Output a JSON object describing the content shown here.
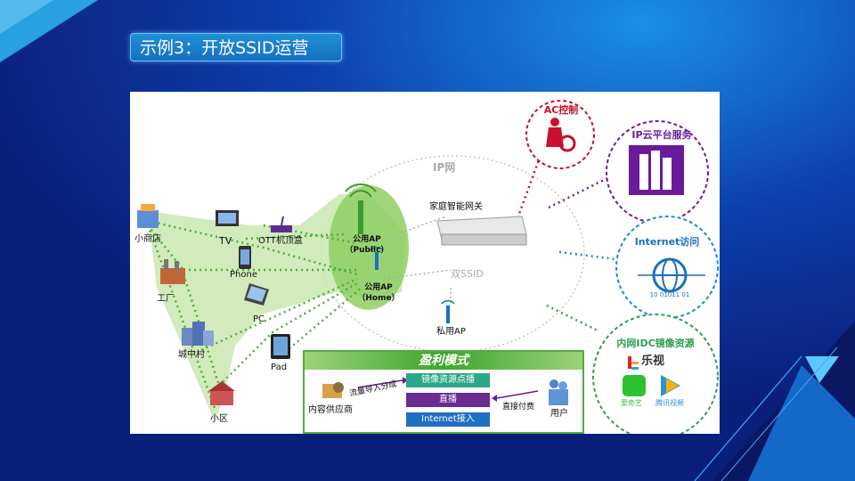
{
  "slide": {
    "title": "示例3：开放SSID运营"
  },
  "colors": {
    "accent_blue": "#1670c0",
    "green": "#4cae3c",
    "red": "#c8102e",
    "purple": "#6a1b9a",
    "teal": "#1a8ccf"
  },
  "diagram": {
    "ip_network": "IP网",
    "gateway": "家庭智能网关",
    "dual_ssid": "双SSID",
    "public_ap": "公用AP\n（Public）",
    "home_ap": "公用AP\n（Home）",
    "private_ap": "私用AP",
    "nodes": {
      "store": "小商店",
      "tv": "TV",
      "ott": "OTT机顶盒",
      "phone": "Phone",
      "factory": "工厂",
      "pc": "PC",
      "city_village": "城中村",
      "pad": "Pad",
      "community": "小区"
    },
    "services": {
      "ac": "AC控制",
      "ip_cloud": "IP云平台服务",
      "internet": "Internet访问",
      "idc": "内网IDC镜像资源",
      "binary_text": "10 01011 01",
      "letv": "乐视",
      "iqiyi": "爱奇艺",
      "tencent": "腾讯视频"
    },
    "profit_model": {
      "title": "盈利模式",
      "provider": "内容供应商",
      "traffic_share": "流量导入分成",
      "user": "用户",
      "direct_pay": "直接付费",
      "bars": [
        "镜像资源点播",
        "直播",
        "Internet接入"
      ]
    }
  }
}
